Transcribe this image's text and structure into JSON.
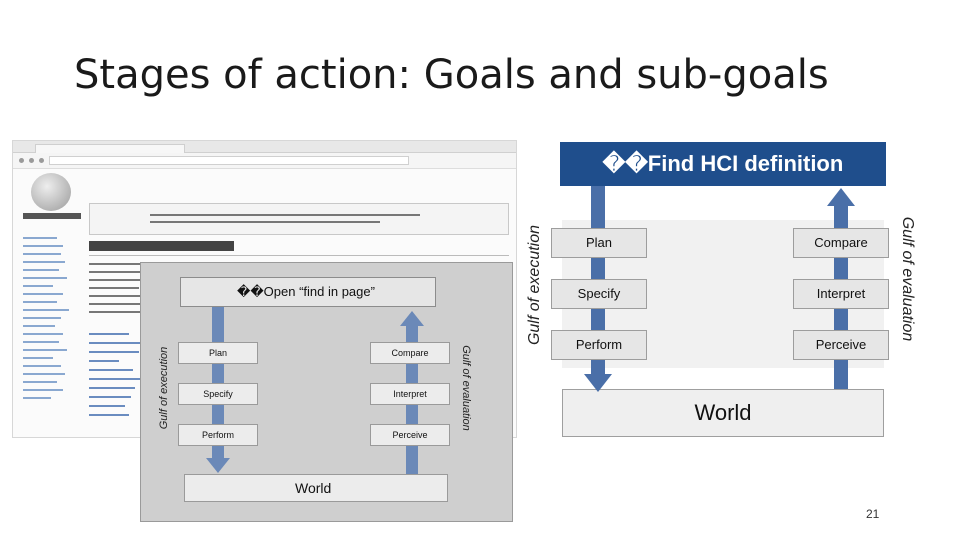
{
  "slide": {
    "title": "Stages of action: Goals and sub-goals",
    "page_number": "21"
  },
  "big_diagram": {
    "goal": "��Find HCI definition",
    "execution": [
      "Plan",
      "Specify",
      "Perform"
    ],
    "evaluation": [
      "Compare",
      "Interpret",
      "Perceive"
    ],
    "world": "World",
    "gulf_of_execution": "Gulf of execution",
    "gulf_of_evaluation": "Gulf of evaluation",
    "goal_color": "#1f4e8c"
  },
  "inner_diagram": {
    "goal": "��Open “find in page”",
    "execution": [
      "Plan",
      "Specify",
      "Perform"
    ],
    "evaluation": [
      "Compare",
      "Interpret",
      "Perceive"
    ],
    "world": "World",
    "gulf_of_execution": "Gulf of execution",
    "gulf_of_evaluation": "Gulf of evaluation"
  }
}
